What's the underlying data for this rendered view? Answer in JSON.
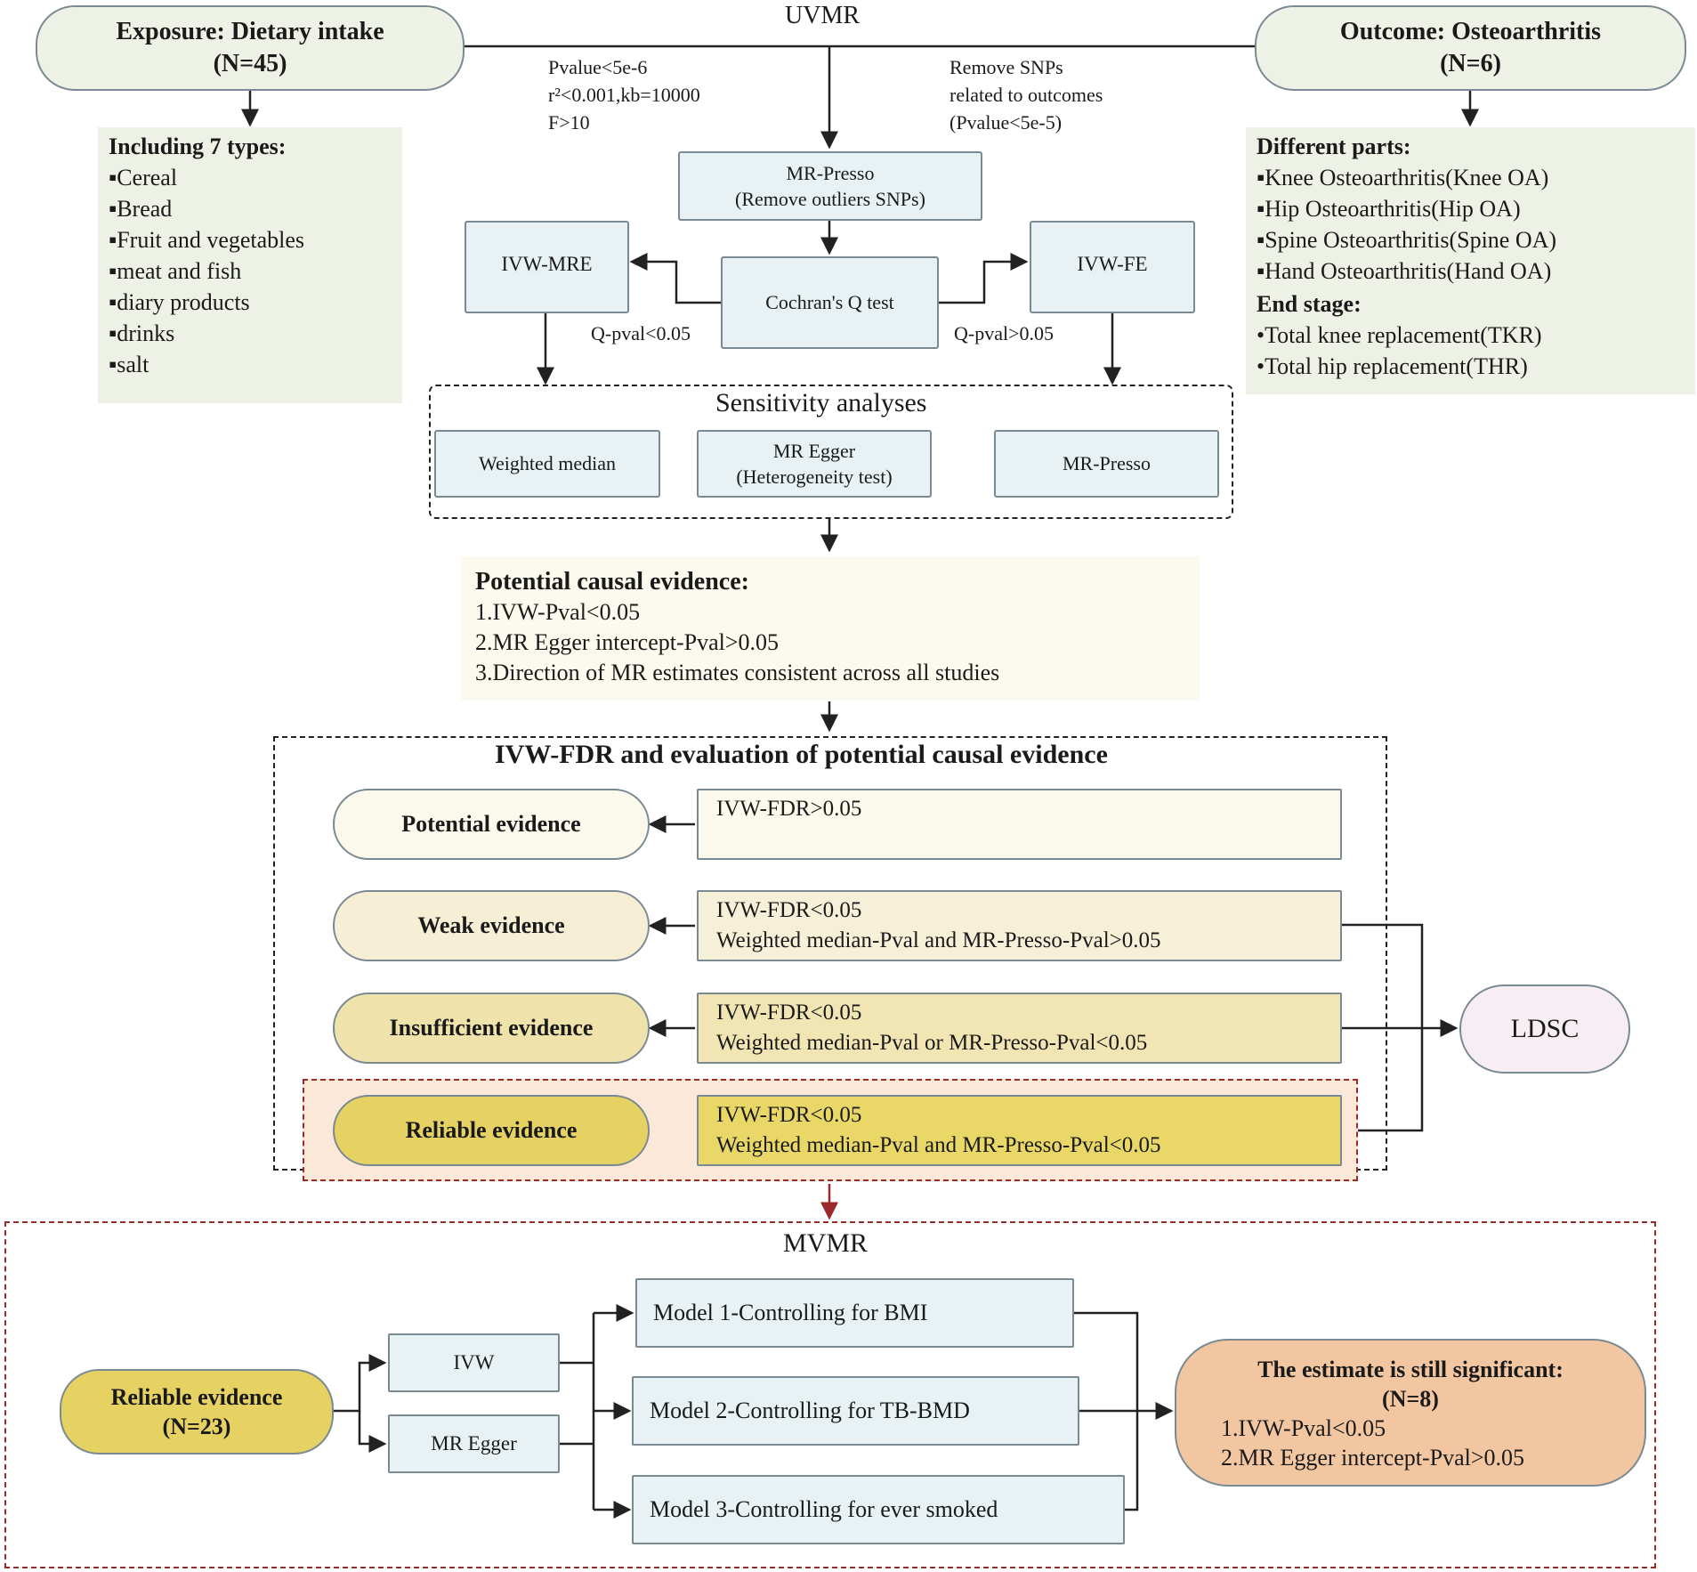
{
  "uvmr": {
    "title": "UVMR",
    "exposure": {
      "title": "Exposure: Dietary intake",
      "n": "(N=45)"
    },
    "outcome": {
      "title": "Outcome: Osteoarthritis",
      "n": "(N=6)"
    },
    "exposure_types": {
      "header": "Including 7 types:",
      "items": [
        "▪Cereal",
        "▪Bread",
        "▪Fruit and vegetables",
        "▪meat and fish",
        "▪diary products",
        "▪drinks",
        "▪salt"
      ]
    },
    "outcome_parts": {
      "header": "Different parts:",
      "items": [
        "▪Knee Osteoarthritis(Knee OA)",
        "▪Hip Osteoarthritis(Hip OA)",
        "▪Spine Osteoarthritis(Spine OA)",
        "▪Hand Osteoarthritis(Hand OA)"
      ],
      "end_header": "End stage:",
      "end_items": [
        "•Total knee replacement(TKR)",
        "•Total hip replacement(THR)"
      ]
    },
    "criteria_left": [
      "Pvalue<5e-6",
      "r²<0.001,kb=10000",
      "F>10"
    ],
    "criteria_right": [
      "Remove SNPs",
      "related to outcomes",
      "(Pvalue<5e-5)"
    ]
  },
  "steps": {
    "mr_presso": [
      "MR-Presso",
      "(Remove outliers SNPs)"
    ],
    "cochran": "Cochran's Q test",
    "ivw_mre": "IVW-MRE",
    "ivw_fe": "IVW-FE",
    "q_low": "Q-pval<0.05",
    "q_high": "Q-pval>0.05"
  },
  "sensitivity": {
    "title": "Sensitivity analyses",
    "weighted_median": "Weighted median",
    "mr_egger": [
      "MR Egger",
      "(Heterogeneity test)"
    ],
    "mr_presso": "MR-Presso"
  },
  "potential_causal": {
    "title": "Potential causal evidence:",
    "items": [
      "1.IVW-Pval<0.05",
      "2.MR Egger intercept-Pval>0.05",
      "3.Direction of MR estimates consistent across all studies"
    ]
  },
  "fdr": {
    "title": "IVW-FDR and evaluation of potential causal evidence",
    "rows": [
      {
        "label": "Potential evidence",
        "criteria": [
          "IVW-FDR>0.05"
        ],
        "fill": "#fbf9ec",
        "rect": "#fbf9ec"
      },
      {
        "label": "Weak evidence",
        "criteria": [
          "IVW-FDR<0.05",
          "Weighted median-Pval and MR-Presso-Pval>0.05"
        ],
        "fill": "#f6efd6",
        "rect": "#f7f0d8"
      },
      {
        "label": "Insufficient evidence",
        "criteria": [
          "IVW-FDR<0.05",
          "Weighted median-Pval or MR-Presso-Pval<0.05"
        ],
        "fill": "#efe2aa",
        "rect": "#f1e6b3"
      },
      {
        "label": "Reliable evidence",
        "criteria": [
          "IVW-FDR<0.05",
          "Weighted median-Pval and MR-Presso-Pval<0.05"
        ],
        "fill": "#e6d262",
        "rect": "#e9d767"
      }
    ],
    "ldsc": "LDSC"
  },
  "mvmr": {
    "title": "MVMR",
    "input": [
      "Reliable evidence",
      "(N=23)"
    ],
    "methods": [
      "IVW",
      "MR Egger"
    ],
    "models": [
      "Model 1-Controlling for BMI",
      "Model 2-Controlling for TB-BMD",
      "Model 3-Controlling for ever smoked"
    ],
    "result": {
      "title": "The estimate is still significant:",
      "n": "(N=8)",
      "items": [
        "1.IVW-Pval<0.05",
        "2.MR Egger intercept-Pval>0.05"
      ]
    }
  },
  "colors": {
    "sage": "#eef2e6",
    "blue_box": "#e8f2f4",
    "cream": "#fcfaee",
    "ldsc": "#f6eef2",
    "result": "#f2c6a0",
    "reliable_bg": "#fbe8d8"
  }
}
